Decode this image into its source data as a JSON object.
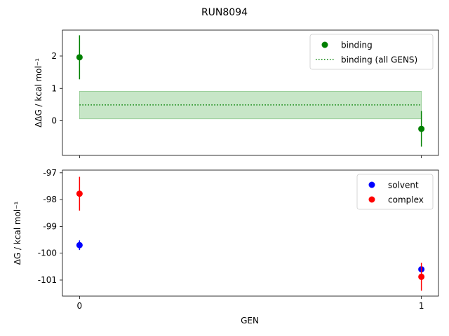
{
  "figure": {
    "title": "RUN8094",
    "xlabel": "GEN"
  },
  "chart_data": [
    {
      "type": "scatter",
      "ylabel": "ΔΔG / kcal mol⁻¹",
      "x": [
        0,
        1
      ],
      "xlim": [
        -0.05,
        1.05
      ],
      "ylim": [
        -1.07,
        2.8
      ],
      "xticks": [],
      "yticks": [
        0,
        1,
        2
      ],
      "grid": false,
      "legend_position": "upper right",
      "series": [
        {
          "name": "binding",
          "kind": "errorbar",
          "color": "#008000",
          "points": [
            {
              "x": 0,
              "y": 1.96,
              "yerr": 0.68
            },
            {
              "x": 1,
              "y": -0.25,
              "yerr": 0.55
            }
          ]
        },
        {
          "name": "binding (all GENS)",
          "kind": "hline-band",
          "color": "#008000",
          "band_color": "#c7e6c7",
          "y": 0.49,
          "band": [
            0.06,
            0.91
          ],
          "x_range": [
            0,
            1
          ]
        }
      ]
    },
    {
      "type": "scatter",
      "ylabel": "ΔG / kcal mol⁻¹",
      "x": [
        0,
        1
      ],
      "xlim": [
        -0.05,
        1.05
      ],
      "ylim": [
        -101.6,
        -96.9
      ],
      "xticks": [
        0,
        1
      ],
      "yticks": [
        -97,
        -98,
        -99,
        -100,
        -101
      ],
      "grid": false,
      "legend_position": "upper right",
      "series": [
        {
          "name": "solvent",
          "kind": "errorbar",
          "color": "#0000ff",
          "points": [
            {
              "x": 0,
              "y": -99.7,
              "yerr": 0.18
            },
            {
              "x": 1,
              "y": -100.6,
              "yerr": 0.12
            }
          ]
        },
        {
          "name": "complex",
          "kind": "errorbar",
          "color": "#ff0000",
          "points": [
            {
              "x": 0,
              "y": -97.78,
              "yerr": 0.63
            },
            {
              "x": 1,
              "y": -100.88,
              "yerr": 0.52
            }
          ]
        }
      ]
    }
  ]
}
